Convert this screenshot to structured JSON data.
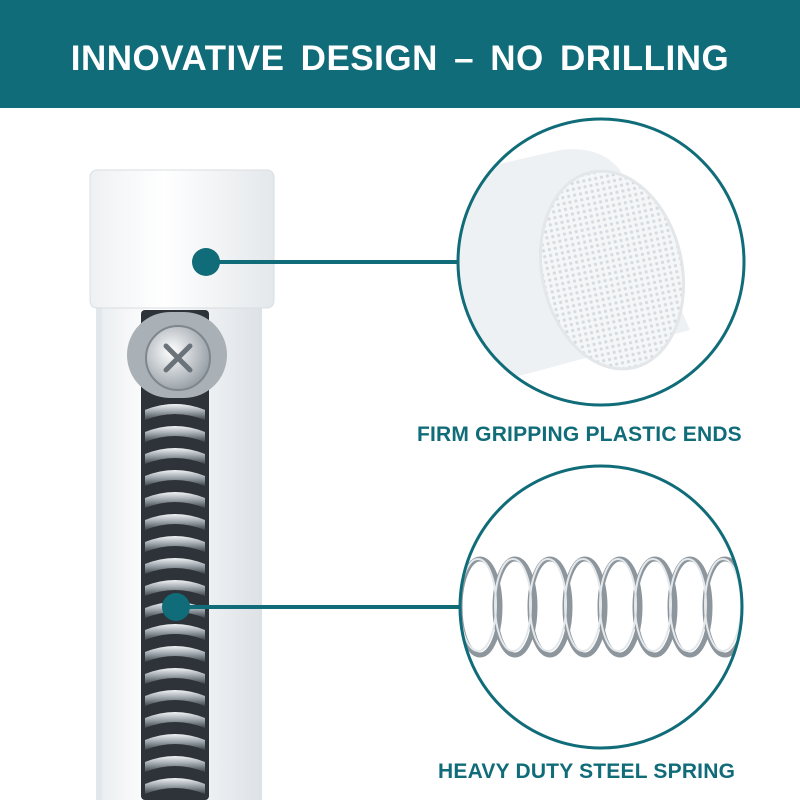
{
  "banner": {
    "title": "INNOVATIVE DESIGN – NO DRILLING"
  },
  "callouts": [
    {
      "label": "FIRM GRIPPING PLASTIC ENDS",
      "icon": "plastic-end-closeup"
    },
    {
      "label": "HEAVY DUTY STEEL SPRING",
      "icon": "steel-spring-closeup"
    }
  ],
  "colors": {
    "accent": "#0f6c78",
    "background": "#ffffff"
  }
}
